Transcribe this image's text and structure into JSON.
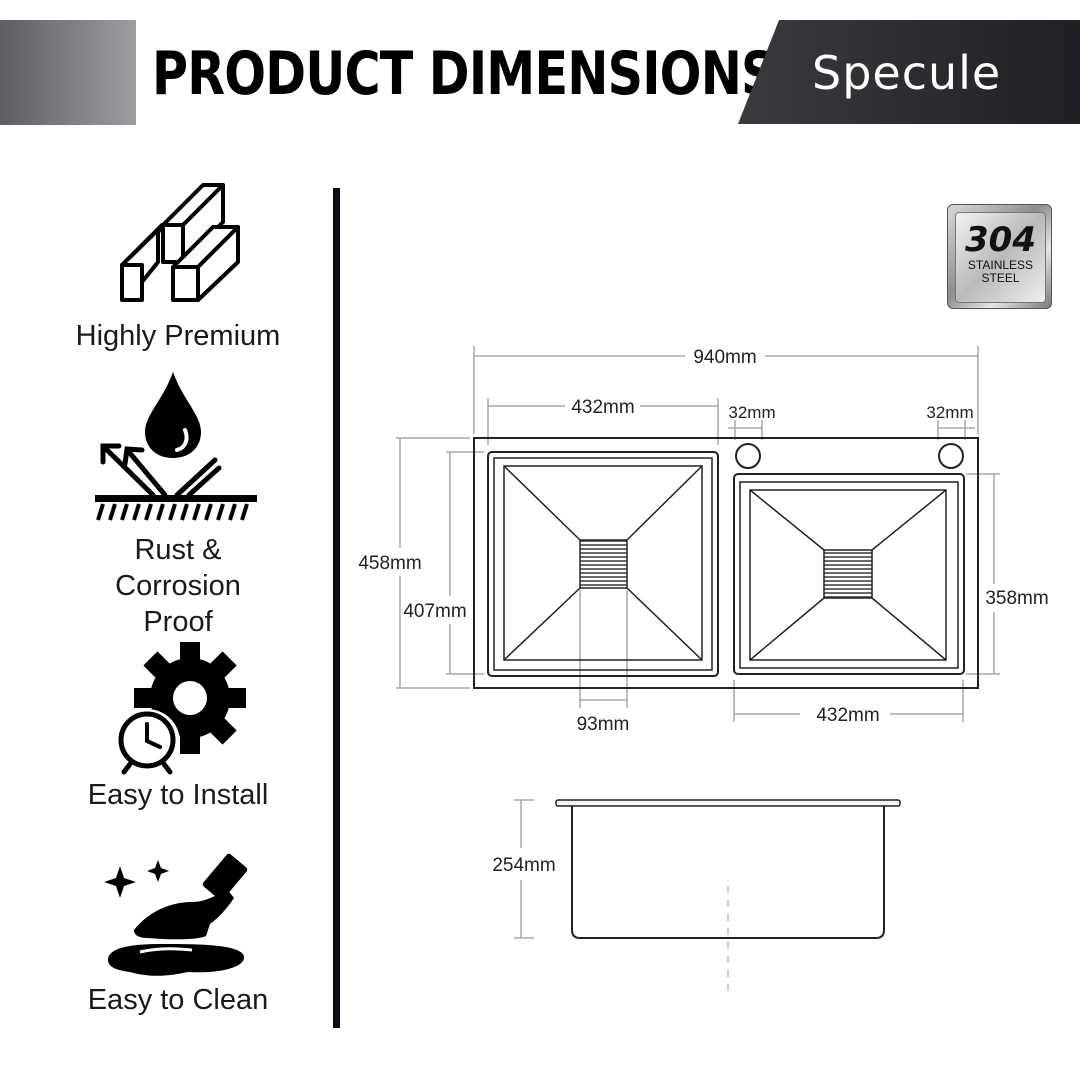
{
  "header": {
    "title": "PRODUCT DIMENSIONS",
    "brand": "Specule"
  },
  "features": [
    {
      "label": "Highly Premium",
      "icon": "steel-bars-icon"
    },
    {
      "label": "Rust & Corrosion Proof",
      "icon": "water-drop-shield-icon"
    },
    {
      "label": "Easy to Install",
      "icon": "gear-clock-icon"
    },
    {
      "label": "Easy to Clean",
      "icon": "hand-wipe-sparkle-icon"
    }
  ],
  "badge": {
    "number": "304",
    "line1": "STAINLESS",
    "line2": "STEEL"
  },
  "dimensions": {
    "overall_width": "940mm",
    "left_bowl_width": "432mm",
    "right_bowl_width": "432mm",
    "tap_hole_left": "32mm",
    "tap_hole_right": "32mm",
    "overall_depth": "458mm",
    "left_bowl_depth": "407mm",
    "right_bowl_depth": "358mm",
    "drain_width": "93mm",
    "bowl_height": "254mm"
  }
}
